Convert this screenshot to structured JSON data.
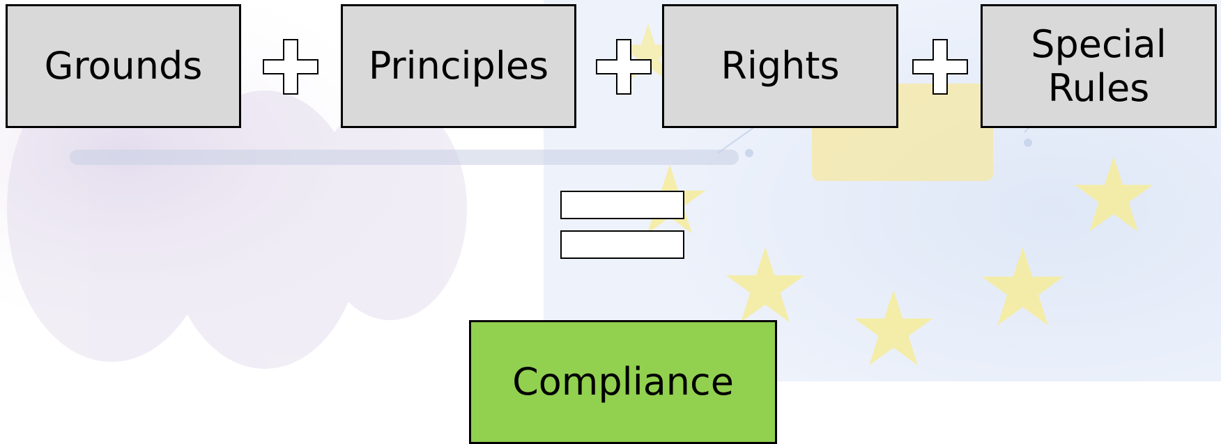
{
  "terms": [
    {
      "label": "Grounds"
    },
    {
      "label": "Principles"
    },
    {
      "label": "Rights"
    },
    {
      "label": "Special\nRules"
    }
  ],
  "result": {
    "label": "Compliance"
  },
  "colors": {
    "term_fill": "#d9d9d9",
    "result_fill": "#92d050",
    "border": "#000000",
    "operator_fill": "#ffffff",
    "background_stars": "#f6ec9a",
    "background_sky": "#e3ebf8"
  },
  "icons": [
    "plus-icon",
    "equals-icon",
    "star-icon"
  ]
}
